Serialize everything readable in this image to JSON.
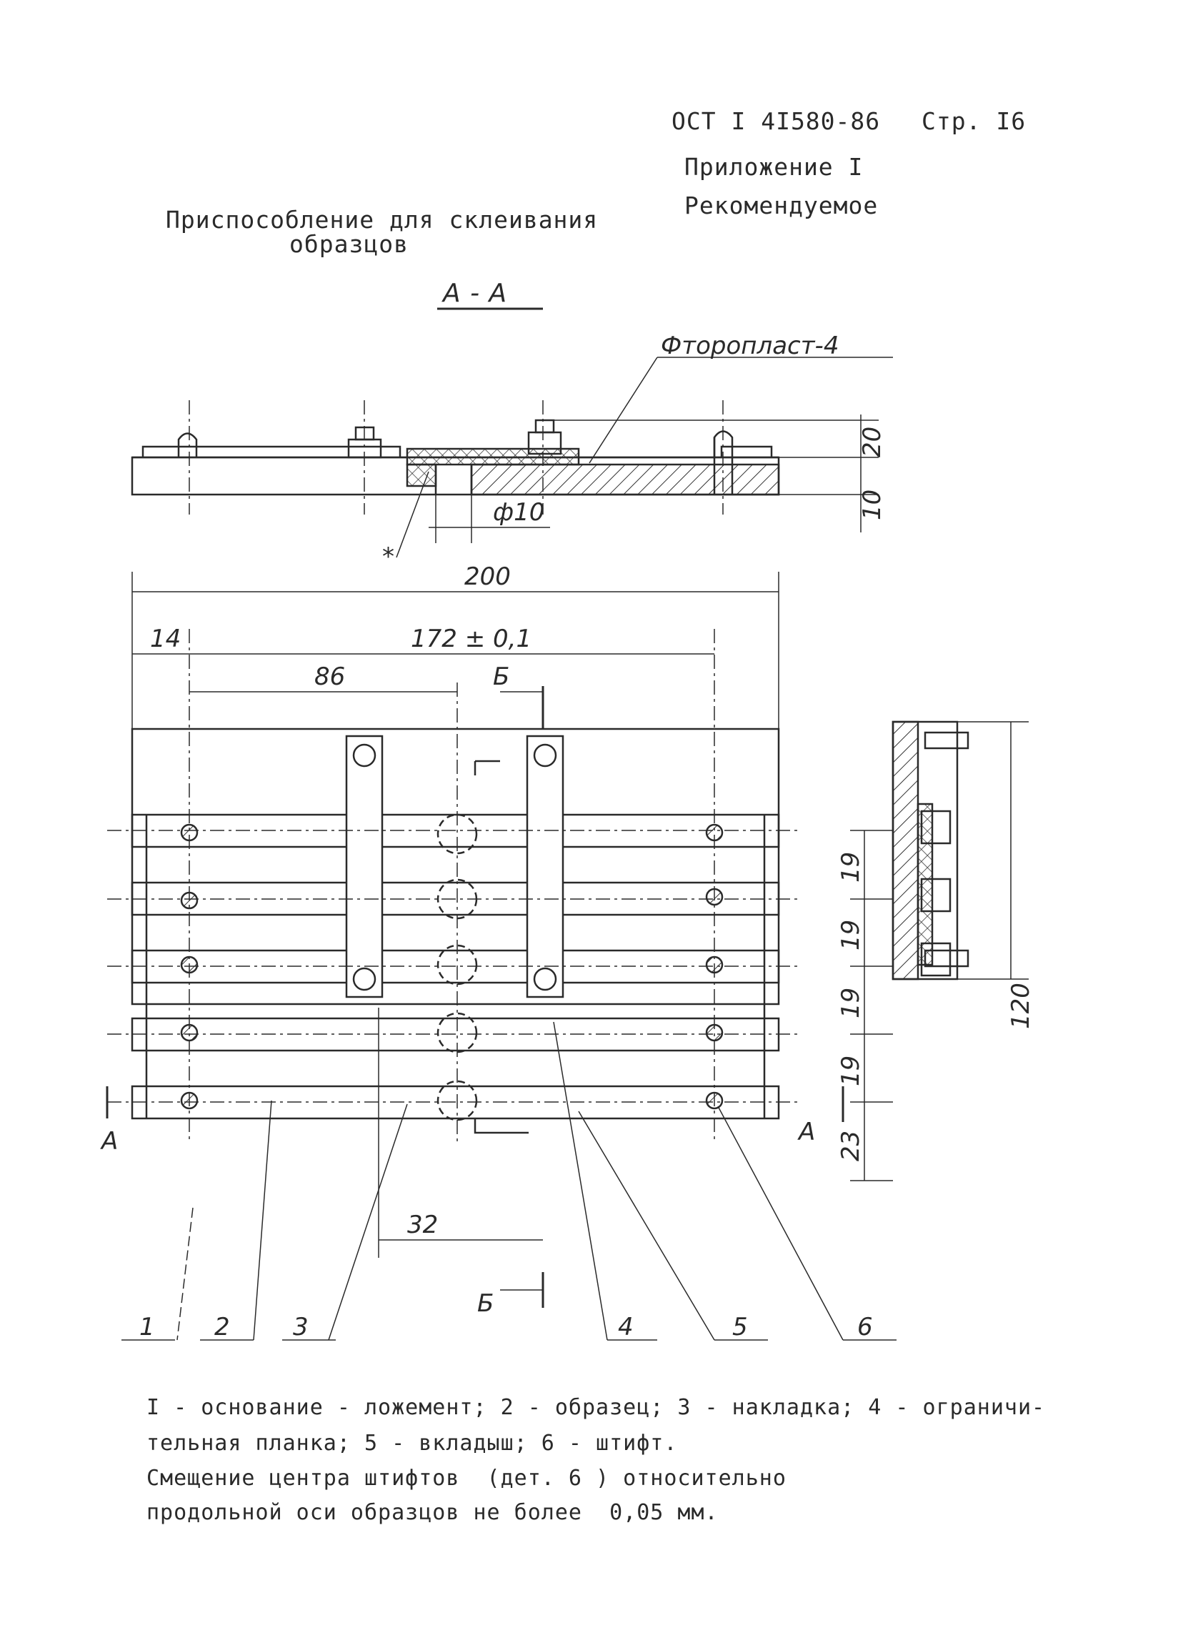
{
  "header": {
    "standard": "ОСТ I 4I580-86",
    "page": "Стр. I6",
    "appendix": "Приложение I",
    "recommendation": "Рекомендуемое"
  },
  "title": {
    "line1": "Приспособление для склеивания",
    "line2": "образцов"
  },
  "drawing": {
    "section_label": "А - А",
    "material_label": "Фторопласт-4",
    "dim_hole": "ф10",
    "dim_height": "20",
    "dim_thickness": "10",
    "dim_overall_width": "200",
    "dim_edge": "14",
    "dim_pin_span": "172 ± 0,1",
    "dim_half_span": "86",
    "dim_pitch": "32",
    "dim_side_height": "120",
    "dim_row_spacing": [
      "19",
      "19",
      "19",
      "19"
    ],
    "dim_bottom_offset": "23",
    "section_mark_a": "А",
    "section_mark_b": "Б",
    "weld_mark": "*",
    "part_numbers": [
      "1",
      "2",
      "3",
      "4",
      "5",
      "6"
    ]
  },
  "legend": {
    "line1": "I - основание - ложемент; 2 - образец; 3 - накладка; 4 - ограничи-",
    "line2": "тельная планка; 5 - вкладыш; 6 - штифт."
  },
  "note": {
    "line1": "Смещение центра штифтов  (дет. 6 ) относительно",
    "line2": "продольной оси образцов не более  0,05 мм."
  }
}
